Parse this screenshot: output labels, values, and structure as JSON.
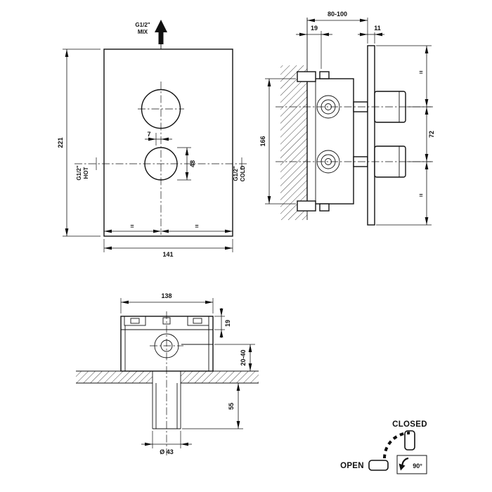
{
  "colors": {
    "ink": "#111111",
    "paper": "#ffffff"
  },
  "views": {
    "front": {
      "mix_thread": "G1/2\"",
      "mix_label": "MIX",
      "hot_thread": "G1/2\"",
      "hot_label": "HOT",
      "cold_thread": "G1/2\"",
      "cold_label": "COLD",
      "dim_height": "221",
      "dim_width": "141",
      "dim_gap": "7",
      "dim_knob": "48",
      "eq_left": "=",
      "eq_right": "="
    },
    "side": {
      "dim_depth_range": "80-100",
      "dim_inset": "19",
      "dim_plate_thickness": "11",
      "dim_body_height": "166",
      "dim_handle_spacing": "72",
      "eq_top": "=",
      "eq_bottom": "="
    },
    "plan": {
      "dim_box_width": "138",
      "dim_inset": "19",
      "dim_wall_range": "20-40",
      "dim_spout": "55",
      "dim_diameter": "Ø 43"
    },
    "legend": {
      "closed_label": "CLOSED",
      "open_label": "OPEN",
      "angle_label": "90°"
    }
  }
}
